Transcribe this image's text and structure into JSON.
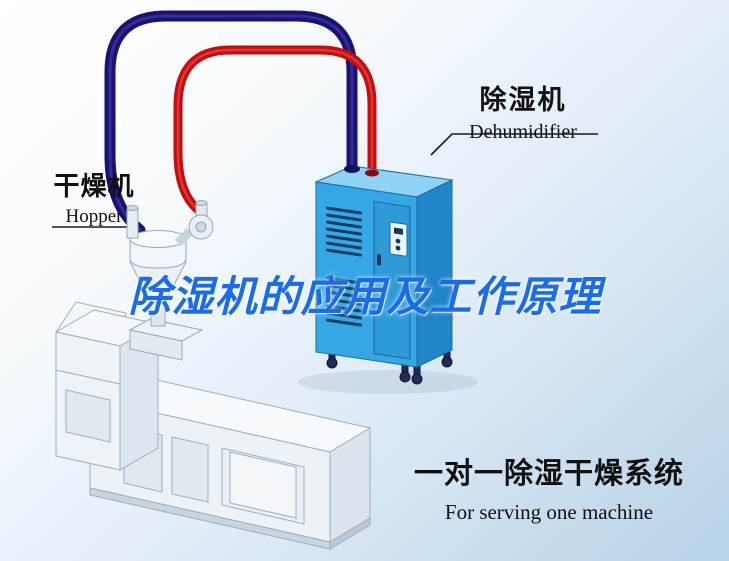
{
  "labels": {
    "hopper": {
      "cn": "干燥机",
      "en": "Hopper"
    },
    "dehumidifier": {
      "cn": "除湿机",
      "en": "Dehumidifier"
    },
    "title": "除湿机的应用及工作原理",
    "system": {
      "cn": "一对一除湿干燥系统",
      "en": "For serving one machine"
    }
  },
  "colors": {
    "title_text": "#1b6cec",
    "label_text": "#111111",
    "pipe_hot": "#c60d0d",
    "pipe_cold": "#1a1272",
    "cabinet_front": "#35a7e5",
    "cabinet_side": "#1f86c8",
    "cabinet_top": "#8ed2f4",
    "machine_body": "#edf2f6",
    "background_top_left": "#ffffff",
    "background_bottom_right": "#b7d2e8"
  }
}
